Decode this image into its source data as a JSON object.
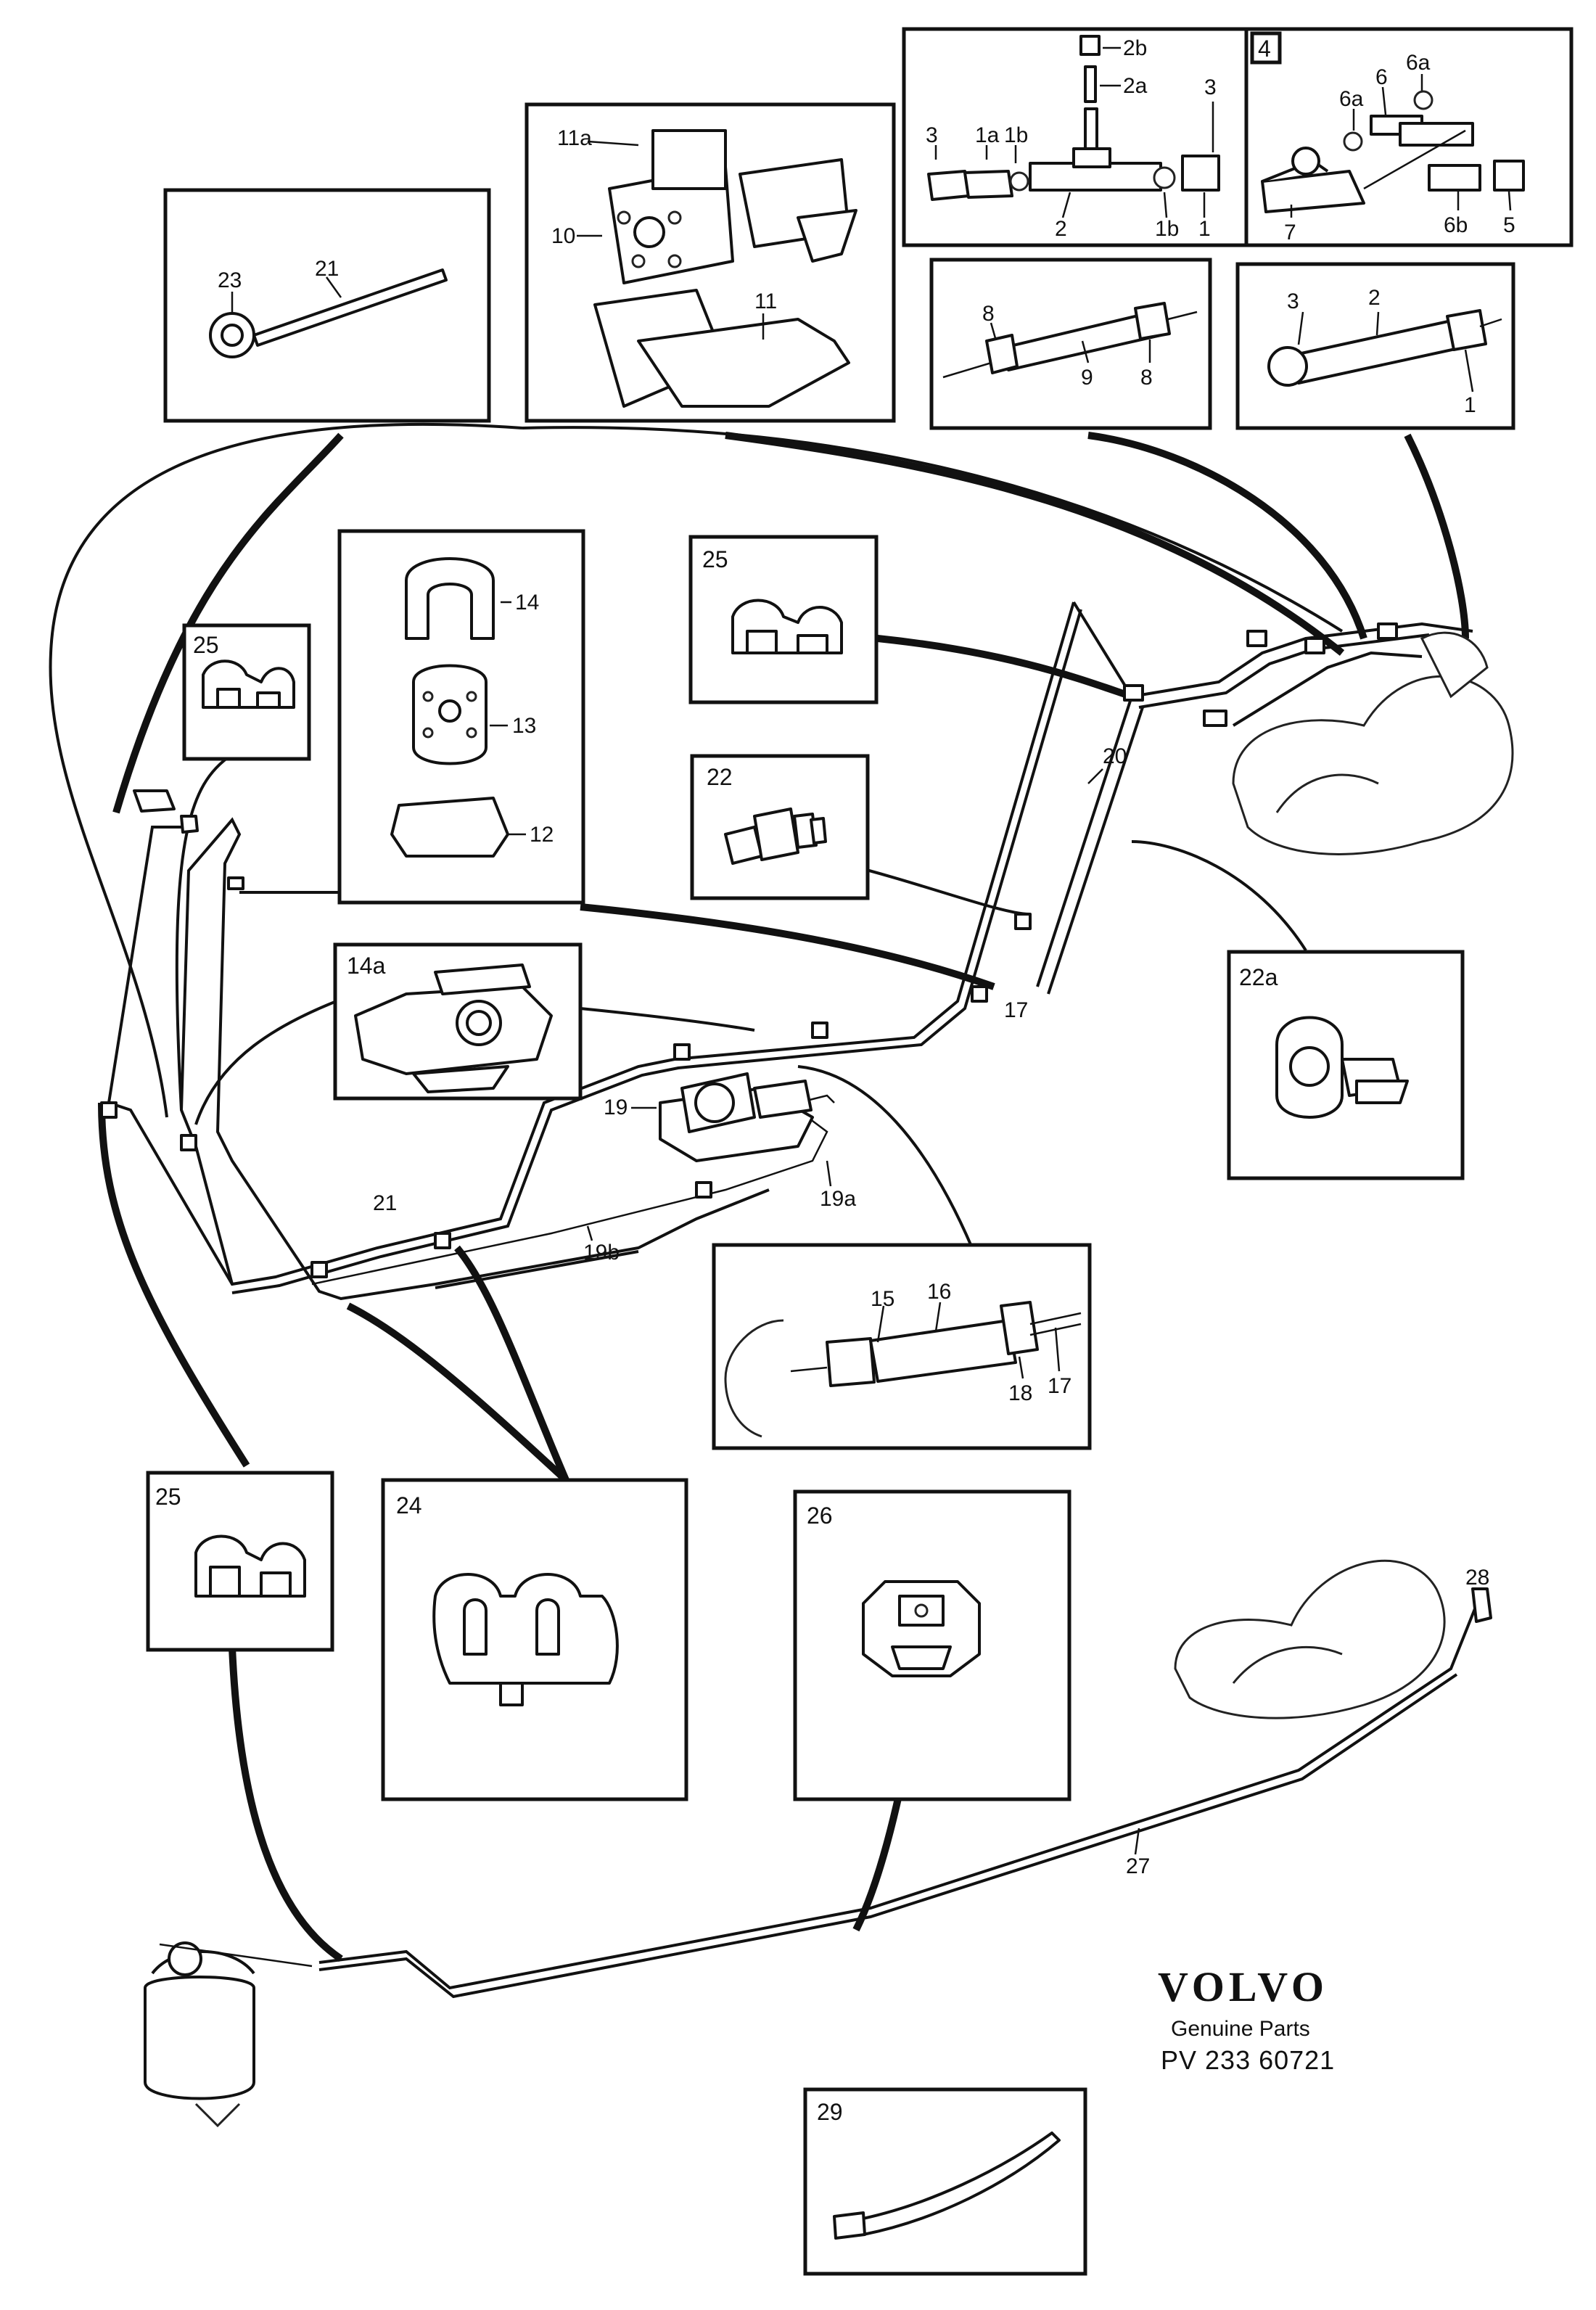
{
  "brand": {
    "name": "VOLVO",
    "subtitle": "Genuine Parts",
    "reference": "PV 233 60721"
  },
  "boxes": {
    "b23_21": {
      "labels": [
        "23",
        "21"
      ]
    },
    "b11": {
      "labels": [
        "11a",
        "10",
        "11"
      ]
    },
    "b2": {
      "labels": [
        "2b",
        "2a",
        "3",
        "1a",
        "1b",
        "3",
        "1b",
        "1",
        "2"
      ]
    },
    "b4": {
      "number": "4",
      "labels": [
        "6a",
        "6",
        "6a",
        "7",
        "6b",
        "5"
      ]
    },
    "b8": {
      "labels": [
        "8",
        "9",
        "8"
      ]
    },
    "b1": {
      "labels": [
        "3",
        "2",
        "1"
      ]
    },
    "b12_14": {
      "labels": [
        "14",
        "13",
        "12"
      ]
    },
    "b25a": {
      "number": "25"
    },
    "b25b": {
      "number": "25"
    },
    "b22": {
      "number": "22"
    },
    "b14a": {
      "number": "14a"
    },
    "b22a": {
      "number": "22a"
    },
    "b15": {
      "labels": [
        "15",
        "16",
        "18",
        "17"
      ]
    },
    "b25c": {
      "number": "25"
    },
    "b24": {
      "number": "24"
    },
    "b26": {
      "number": "26"
    },
    "b29": {
      "number": "29"
    }
  },
  "callouts": [
    "20",
    "17",
    "19",
    "19a",
    "21",
    "19b",
    "28",
    "27"
  ]
}
